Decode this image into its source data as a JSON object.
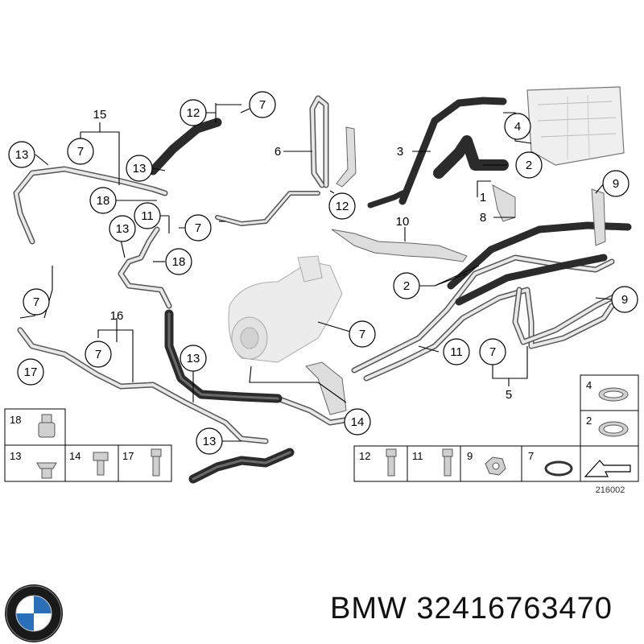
{
  "diagram": {
    "ref_code": "216002",
    "callouts": {
      "c1": "1",
      "c2a": "2",
      "c2b": "2",
      "c3": "3",
      "c4": "4",
      "c5": "5",
      "c6": "6",
      "c7a": "7",
      "c7b": "7",
      "c7c": "7",
      "c7d": "7",
      "c7e": "7",
      "c7f": "7",
      "c7g": "7",
      "c8": "8",
      "c9a": "9",
      "c9b": "9",
      "c10": "10",
      "c11a": "11",
      "c11b": "11",
      "c12a": "12",
      "c12b": "12",
      "c13a": "13",
      "c13b": "13",
      "c13c": "13",
      "c13d": "13",
      "c13e": "13",
      "c14": "14",
      "c15": "15",
      "c16": "16",
      "c17": "17",
      "c18a": "18",
      "c18b": "18"
    },
    "legend_left": {
      "r18": "18",
      "r13": "13",
      "r14": "14",
      "r17": "17"
    },
    "legend_right": {
      "r4": "4",
      "r2": "2",
      "r12": "12",
      "r11": "11",
      "r9": "9",
      "r7": "7"
    }
  },
  "footer": {
    "brand_part": "BMW 32416763470"
  },
  "colors": {
    "hose": "#2b2b2b",
    "pipe": "#e8e8e8",
    "line": "#000000"
  },
  "icons": {
    "logo": "bmw-roundel-logo"
  }
}
